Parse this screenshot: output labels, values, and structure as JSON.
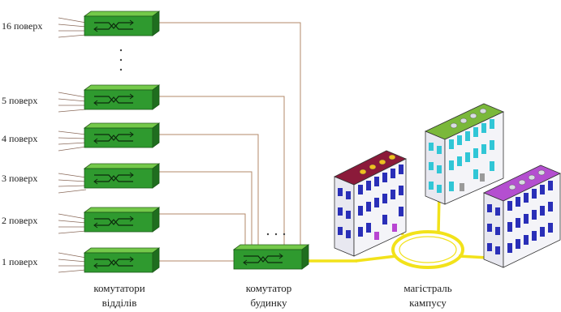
{
  "floors": [
    {
      "label": "16 поверх"
    },
    {
      "label": "5 поверх"
    },
    {
      "label": "4 поверх"
    },
    {
      "label": "3 поверх"
    },
    {
      "label": "2 поверх"
    },
    {
      "label": "1 поверх"
    }
  ],
  "dept_switches_caption": [
    "комутатори",
    "відділів"
  ],
  "building_switch_caption": [
    "комутатор",
    "будинку"
  ],
  "backbone_caption": [
    "магістраль",
    "кампусу"
  ],
  "colors": {
    "switch_fill": "#2f9a2f",
    "switch_top": "#74c94a",
    "switch_side": "#1f6e1f",
    "cable": "#b38a6a",
    "backbone": "#f2e21a",
    "building_window": "#2a2fb8",
    "building_red_roof": "#8b1a3a",
    "building_green_roof": "#7ab83a",
    "building_purple_roof": "#b44fd0",
    "building_cyan_window": "#31c6d6",
    "building_magenta_window": "#b845d2"
  }
}
